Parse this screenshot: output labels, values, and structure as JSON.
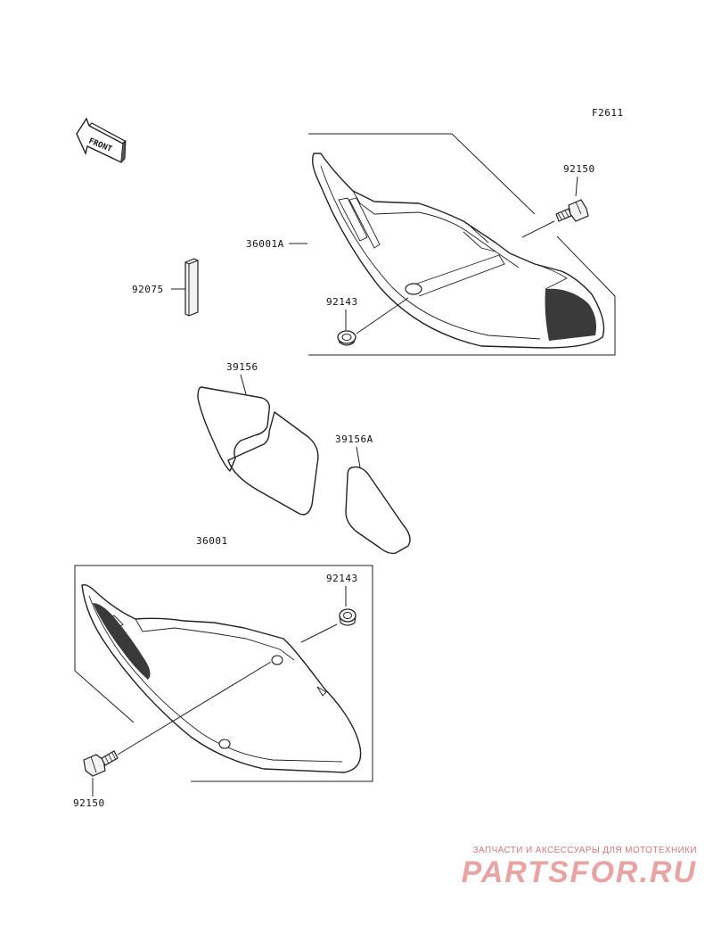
{
  "figure_code": "F2611",
  "front_label": "FRONT",
  "parts": {
    "bolt_upper": "92150",
    "cover_upper": "36001A",
    "pad": "92075",
    "grommet_upper": "92143",
    "decal_left": "39156",
    "decal_right": "39156A",
    "cover_lower": "36001",
    "grommet_lower": "92143",
    "bolt_lower": "92150"
  },
  "watermark": {
    "subtitle": "ЗАПЧАСТИ И АКСЕССУАРЫ ДЛЯ МОТОТЕХНИКИ",
    "brand": "PARTSFOR.RU"
  }
}
